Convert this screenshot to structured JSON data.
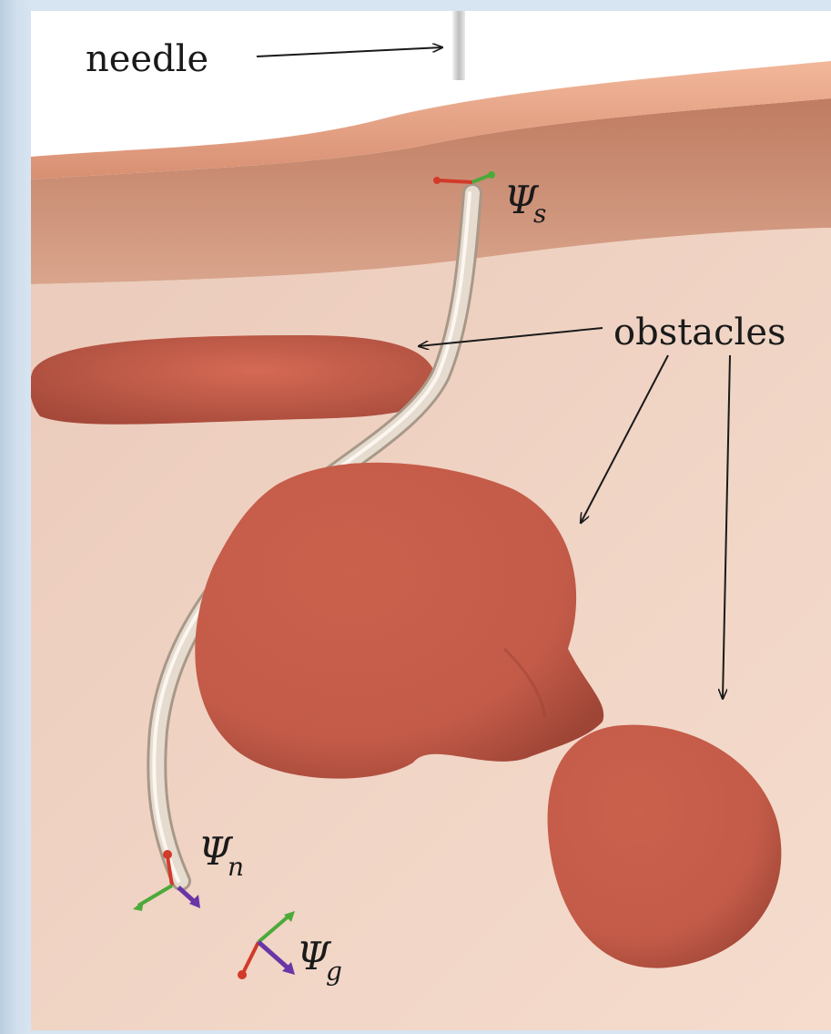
{
  "labels": {
    "needle": "needle",
    "obstacles": "obstacles"
  },
  "frames": {
    "start": {
      "symbol": "Ψ",
      "subscript": "s"
    },
    "needle": {
      "symbol": "Ψ",
      "subscript": "n"
    },
    "goal": {
      "symbol": "Ψ",
      "subscript": "g"
    }
  },
  "colors": {
    "skin": "#e9a88a",
    "dermis": "#c48468",
    "tissue": "#f0d3c4",
    "obstacle": "#c96352",
    "needle": "#e4d8cc",
    "axis_x": "#d23a2a",
    "axis_y": "#4caa3a",
    "axis_z": "#6a35a6"
  }
}
